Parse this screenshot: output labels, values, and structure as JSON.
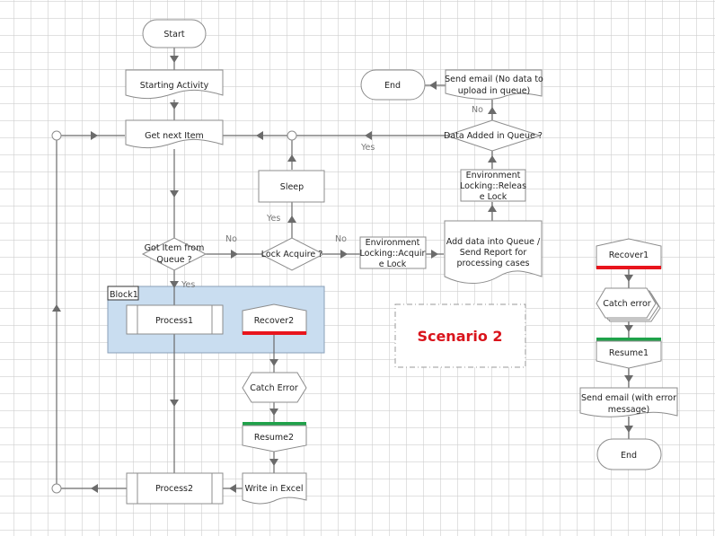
{
  "diagram": {
    "nodes": {
      "start": "Start",
      "starting_activity": "Starting Activity",
      "get_next_item": "Get next Item",
      "got_item": [
        "Got Item from",
        "Queue ?"
      ],
      "lock_acquire": "Lock Acquire ?",
      "sleep": "Sleep",
      "env_acquire": [
        "Environment",
        "Locking::Acquir",
        "e Lock"
      ],
      "add_data": [
        "Add data into Queue /",
        "Send Report for",
        "processing cases"
      ],
      "env_release": [
        "Environment",
        "Locking::Releas",
        "e Lock"
      ],
      "data_added": "Data Added in Queue ?",
      "send_email_no_data": [
        "Send email (No data to",
        "upload in queue)"
      ],
      "end_top": "End",
      "block1": "Block1",
      "process1": "Process1",
      "recover2": "Recover2",
      "catch_error2": "Catch Error",
      "resume2": "Resume2",
      "write_excel": "Write in Excel",
      "process2": "Process2",
      "recover1": "Recover1",
      "catch_error1": "Catch error",
      "resume1": "Resume1",
      "send_email_error": [
        "Send email (with error",
        "message)"
      ],
      "end_right": "End",
      "scenario": "Scenario 2"
    },
    "edge_labels": {
      "got_item_no": "No",
      "got_item_yes": "Yes",
      "lock_no": "No",
      "lock_yes": "Yes",
      "data_added_yes": "Yes",
      "data_added_no": "No"
    },
    "colors": {
      "recover_bar": "#e8141c",
      "resume_bar": "#1fa24a",
      "block_fill": "#c9ddf0",
      "scenario_text": "#d9141c",
      "grid": "#cfcfcf"
    }
  }
}
